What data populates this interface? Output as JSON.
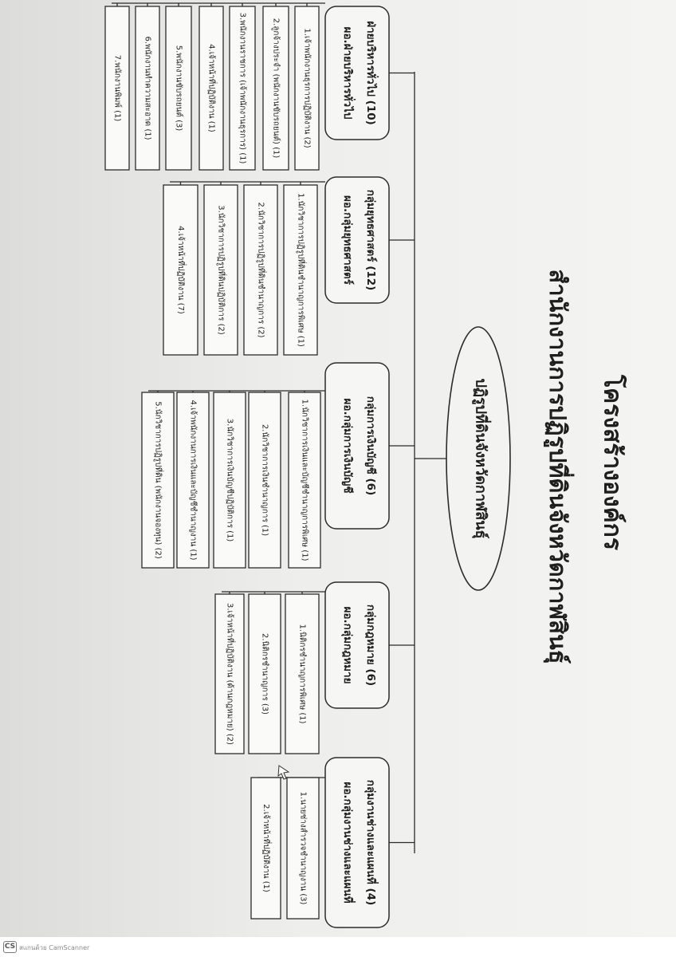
{
  "title_line1": "โครงสร้างองค์กร",
  "title_line2": "สำนักงานการปฏิรูปที่ดินจังหวัดกาฬสินธุ์",
  "root": "ปฏิรูปที่ดินจังหวัดกาฬสินธุ์",
  "groups": [
    {
      "name": "ฝ่ายบริหารทั่วไป (10)",
      "head": "ผอ.ฝ่ายบริหารทั่วไป",
      "items": [
        "1.เจ้าพนักงานธุรการปฏิบัติงาน (2)",
        "2.ลูกจ้างประจำ (พนักงานขับรถยนต์) (1)",
        "3.พนักงานราชการ (เจ้าพนักงานธุรการ) (1)",
        "4.เจ้าหน้าที่ปฏิบัติงาน (1)",
        "5.พนักงานขับรถยนต์ (3)",
        "6.พนักงานทำความสะอาด (1)",
        "7.พนักงานพิมพ์ (1)"
      ]
    },
    {
      "name": "กลุ่มยุทธศาสตร์ (12)",
      "head": "ผอ.กลุ่มยุทธศาสตร์",
      "items": [
        "1.นักวิชาการปฏิรูปที่ดินชำนาญการพิเศษ (1)",
        "2.นักวิชาการปฏิรูปที่ดินชำนาญการ (2)",
        "3.นักวิชาการปฏิรูปที่ดินปฏิบัติการ (2)",
        "4.เจ้าหน้าที่ปฏิบัติงาน (7)"
      ]
    },
    {
      "name": "กลุ่มการเงินบัญชี (6)",
      "head": "ผอ.กลุ่มการเงินบัญชี",
      "items": [
        "1.นักวิชาการเงินและบัญชีชำนาญการพิเศษ (1)",
        "2.นักวิชาการเงินชำนาญการ (1)",
        "3.นักวิชาการเงินบัญชีปฏิบัติการ (1)",
        "4.เจ้าพนักงานการเงินและบัญชีชำนาญงาน (1)",
        "5.นักวิชาการปฏิรูปที่ดิน (พนักงานจองทุน) (2)"
      ]
    },
    {
      "name": "กลุ่มกฎหมาย (6)",
      "head": "ผอ.กลุ่มกฎหมาย",
      "items": [
        "1.นิติกรชำนาญการพิเศษ (1)",
        "2.นิติกรชำนาญการ (3)",
        "3.เจ้าหน้าที่ปฏิบัติงาน (ด้านกฎหมาย) (2)"
      ]
    },
    {
      "name": "กลุ่มงานช่างและแผนที่ (4)",
      "head": "ผอ.กลุ่มงานช่างและแผนที่",
      "items": [
        "1.นายช่างสำรวจชำนาญงาน (3)",
        "2.เจ้าหน้าที่ปฏิบัติงาน (1)"
      ]
    }
  ],
  "footer_text": "สแกนด้วย CamScanner",
  "footer_logo": "CS"
}
